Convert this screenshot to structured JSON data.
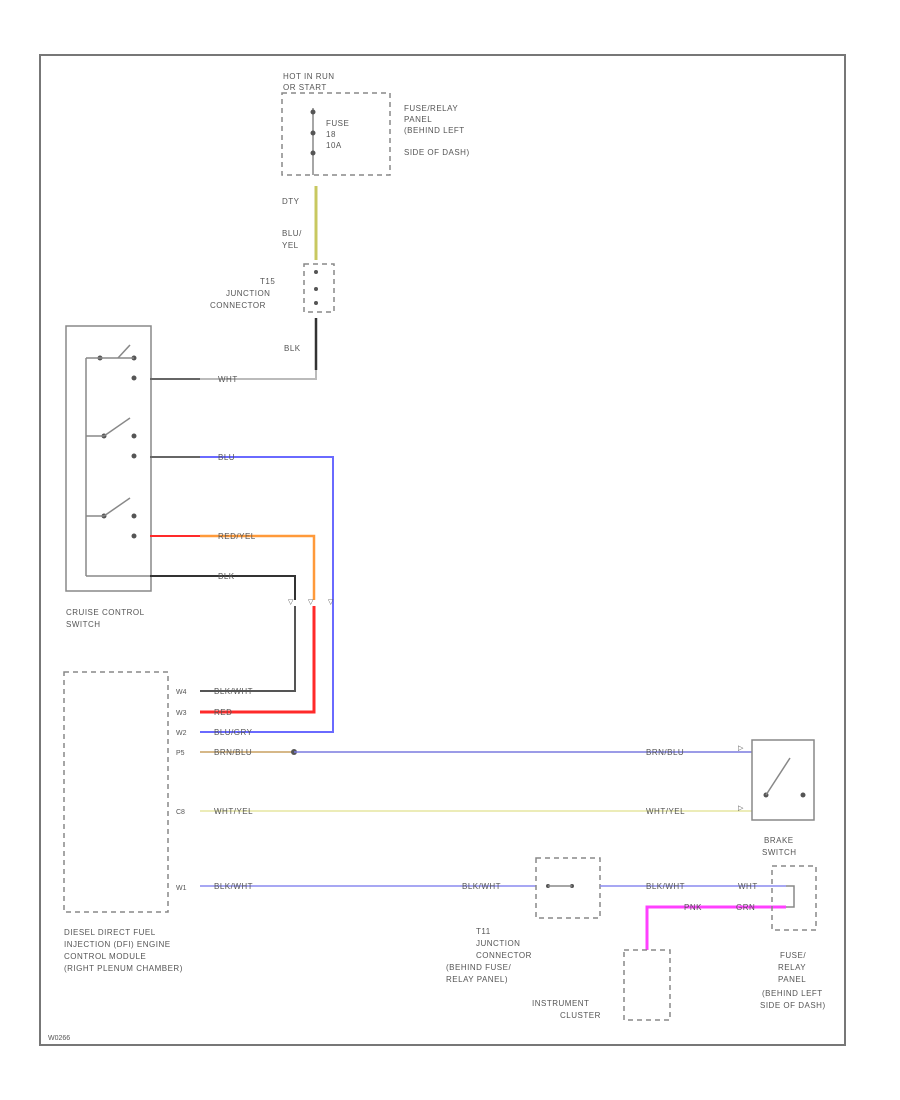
{
  "fuse_panel_top": {
    "power_label": [
      "HOT IN RUN",
      "OR START"
    ],
    "fuse_label": [
      "FUSE",
      "18",
      "10A"
    ],
    "panel_label": [
      "FUSE/RELAY",
      "PANEL",
      "(BEHIND LEFT",
      "SIDE OF DASH)"
    ]
  },
  "junction_top": {
    "label": [
      "T15",
      "JUNCTION",
      "CONNECTOR"
    ]
  },
  "wire_labels": {
    "ds_out": "DTY",
    "blu_yel": [
      "BLU/",
      "YEL"
    ],
    "blk": "BLK",
    "sw_wht": "WHT",
    "sw_blu": "BLU",
    "sw_red_yel": "RED/YEL",
    "sw_blk": "BLK",
    "ecm_blk_wht": "BLK/WHT",
    "ecm_red": "RED",
    "ecm_blu_gry": "BLU/GRY",
    "ecm_brn_blu": "BRN/BLU",
    "ecm_wht_yel": "WHT/YEL",
    "ecm_blk_wht_low": "BLK/WHT",
    "brake_brn_blu": "BRN/BLU",
    "brake_wht_yel": "WHT/YEL",
    "cluster_blk_wht_in": "BLK/WHT",
    "cluster_blk_wht_out": "BLK/WHT",
    "fuse_wht": "WHT",
    "fuse_pnk": "PNK",
    "fuse_grn": "GRN"
  },
  "cruise_switch": {
    "label": [
      "CRUISE CONTROL",
      "SWITCH"
    ]
  },
  "ecm": {
    "pins": [
      "W4",
      "W3",
      "W2",
      "P5",
      "C8",
      "W1"
    ],
    "label": [
      "DIESEL DIRECT FUEL",
      "INJECTION (DFI) ENGINE",
      "CONTROL MODULE",
      "(RIGHT PLENUM CHAMBER)"
    ]
  },
  "brake_switch": {
    "label": [
      "BRAKE",
      "SWITCH"
    ]
  },
  "junction_bottom": {
    "label": [
      "T11",
      "JUNCTION",
      "CONNECTOR",
      "(BEHIND FUSE/",
      "RELAY PANEL)"
    ]
  },
  "instrument_cluster": {
    "label": [
      "INSTRUMENT",
      "CLUSTER"
    ]
  },
  "fuse_panel_bottom": {
    "label": [
      "FUSE/",
      "RELAY",
      "PANEL",
      "(BEHIND LEFT",
      "SIDE OF DASH)"
    ]
  },
  "footer": {
    "code": "W0266"
  },
  "colors": {
    "blu": "#6a6aff",
    "red": "#ff2a2a",
    "red_yel": "#ff9a3a",
    "blk": "#333333",
    "wht": "#bbbbbb",
    "blu_yel": "#c8c860",
    "brn_blu": "#7a7adf",
    "wht_yel": "#e6e6a0",
    "blk_wht": "#8a8aef",
    "pnk": "#ff40ff"
  }
}
